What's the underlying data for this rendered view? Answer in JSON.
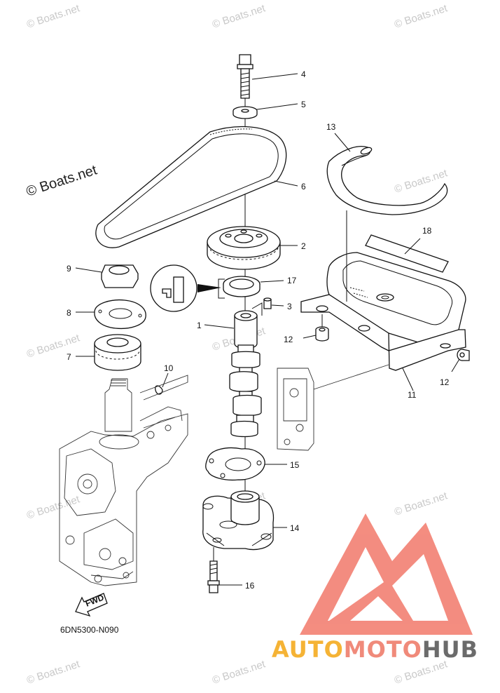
{
  "watermarks": {
    "small": "© Boats.net",
    "large": "© Boats.net"
  },
  "callouts": {
    "c1": "1",
    "c2": "2",
    "c3": "3",
    "c4": "4",
    "c5": "5",
    "c6": "6",
    "c7": "7",
    "c8": "8",
    "c9": "9",
    "c10": "10",
    "c11": "11",
    "c12a": "12",
    "c12b": "12",
    "c13": "13",
    "c14": "14",
    "c15": "15",
    "c16": "16",
    "c17": "17",
    "c18": "18"
  },
  "fwd_label": "FWD",
  "diagram_code": "6DN5300-N090",
  "brand": {
    "part1": "AUTO",
    "part2": "MOTO",
    "part3": "HUB",
    "colors": {
      "auto": "#f5b335",
      "moto": "#f08a7a",
      "hub": "#6b6b6b",
      "logo": "#f2796a"
    }
  }
}
